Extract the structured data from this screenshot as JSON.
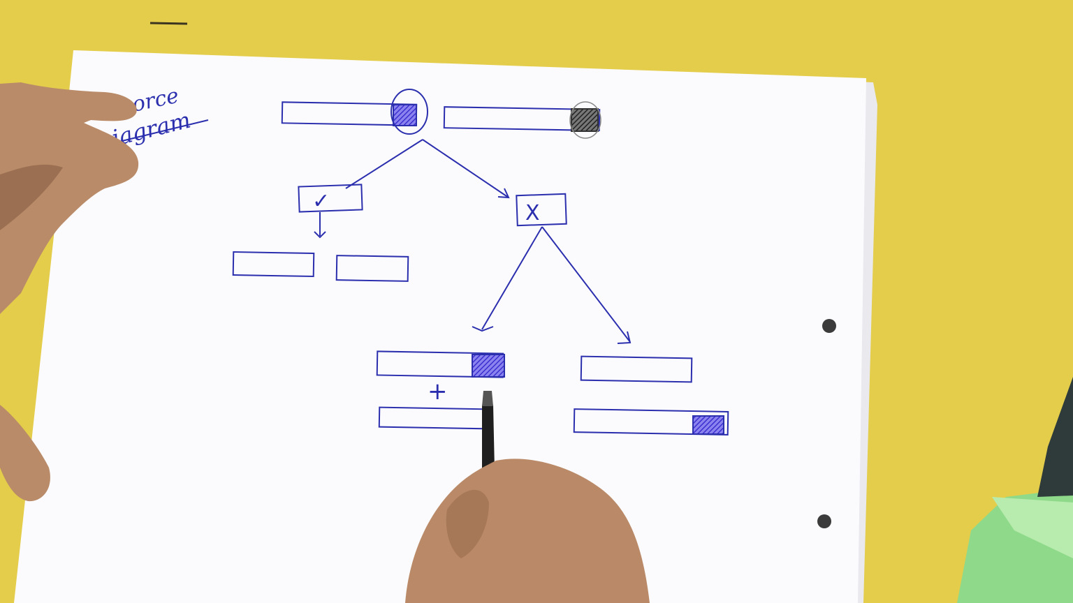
{
  "photo": {
    "surface_color": "#e4cd4a",
    "paper_color": "#fbfbfd",
    "ink_color": "#2b2fae",
    "shade_color": "#5a50d6",
    "dark_shade_color": "#2a2a2a",
    "heading_line1": "orce",
    "heading_line2": "iagram",
    "check_mark": "✓",
    "cross_mark": "X",
    "plus_sign": "+"
  }
}
